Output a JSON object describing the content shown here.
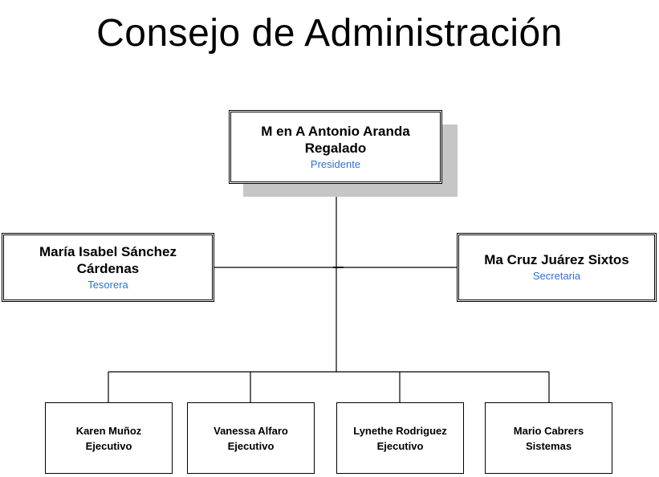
{
  "title": "Consejo de  Administración",
  "colors": {
    "role_text": "#2f73c8",
    "shadow": "#c6c6c6",
    "line": "#000000"
  },
  "president": {
    "name_line1": "M en A  Antonio Aranda",
    "name_line2": "Regalado",
    "role": "Presidente"
  },
  "treasurer": {
    "name_line1": "María Isabel Sánchez",
    "name_line2": "Cárdenas",
    "role": "Tesorera"
  },
  "secretary": {
    "name": "Ma Cruz Juárez Sixtos",
    "role": "Secretaria"
  },
  "staff": [
    {
      "name": "Karen Muñoz",
      "role": "Ejecutivo"
    },
    {
      "name": "Vanessa Alfaro",
      "role": "Ejecutivo"
    },
    {
      "name": "Lynethe Rodriguez",
      "role": "Ejecutivo"
    },
    {
      "name": "Mario Cabrers",
      "role": "Sistemas"
    }
  ]
}
